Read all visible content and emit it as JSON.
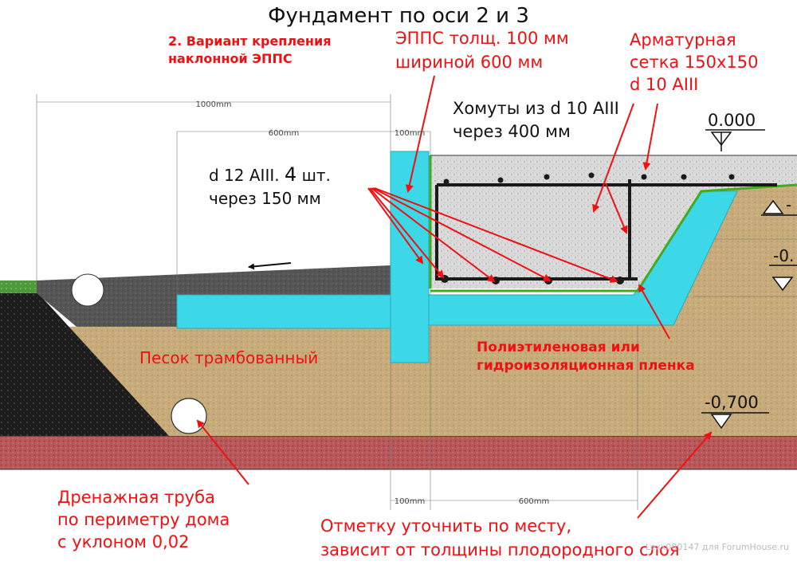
{
  "title": "Фундамент по оси 2 и 3",
  "variant": [
    "2. Вариант крепления",
    "наклонной ЭППС"
  ],
  "epps": [
    "ЭППС толщ. 100 мм",
    "шириной 600 мм"
  ],
  "mesh": [
    "Арматурная",
    "сетка 150х150",
    "d 10 AIII"
  ],
  "clamps": [
    "Хомуты из d 10 AIII",
    "через 400 мм"
  ],
  "rebar": {
    "line1_text": "d 12  AIII.",
    "count": "4",
    "unit": "шт.",
    "line2": "через 150 мм"
  },
  "sand": "Песок трамбованный",
  "film": [
    "Полиэтиленовая или",
    "гидроизоляционная пленка"
  ],
  "drain": [
    "Дренажная труба",
    "по периметру дома",
    "с уклоном 0,02"
  ],
  "level_note": [
    "Отметку уточнить по месту,",
    "зависит от толщины плодородного слоя"
  ],
  "levels": {
    "top": "0.000",
    "bottom": "-0,700",
    "right1": "-",
    "right2": "-0."
  },
  "dims": {
    "d1000": "1000mm",
    "d600_top": "600mm",
    "d100_top": "100mm",
    "d100_bottom": "100mm",
    "d600_bottom": "600mm"
  },
  "watermark": "Lexx080147 для ForumHouse.ru",
  "colors": {
    "epps": "#3dd8e8",
    "sand": "#c8ab7a",
    "soil": "#b8585a",
    "gravel": "#1c1c1c",
    "concrete": "#d8d8d8",
    "membrane": "#44aa22",
    "annotation": "#ee1111"
  }
}
